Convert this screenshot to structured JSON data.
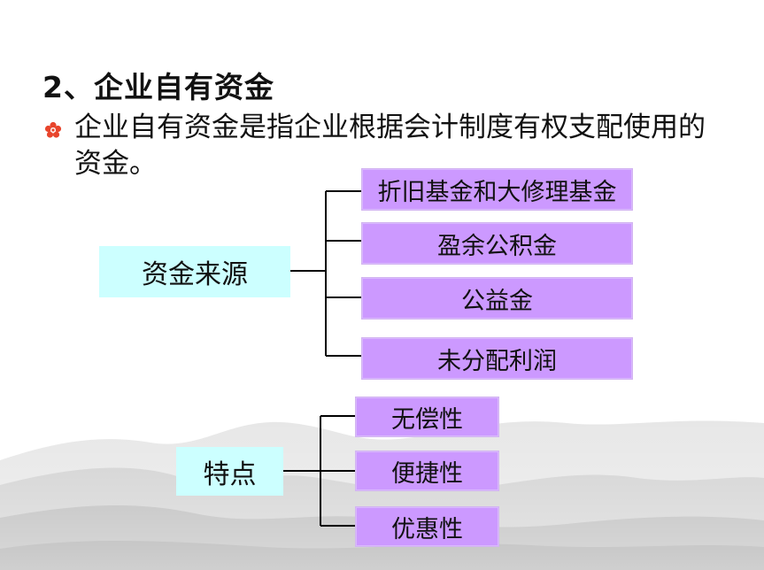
{
  "slide": {
    "title": "2、企业自有资金",
    "paragraph": "企业自有资金是指企业根据会计制度有权支配使用的资金。"
  },
  "diagram": {
    "sources": {
      "label": "资金来源",
      "items": [
        "折旧基金和大修理基金",
        "盈余公积金",
        "公益金",
        "未分配利润"
      ]
    },
    "features": {
      "label": "特点",
      "items": [
        "无偿性",
        "便捷性",
        "优惠性"
      ]
    }
  },
  "colors": {
    "root_box": "#ccffff",
    "leaf_box": "#cc99ff",
    "bullet": "#e8452c"
  },
  "icons": {
    "bullet": "flower-bullet-icon"
  }
}
